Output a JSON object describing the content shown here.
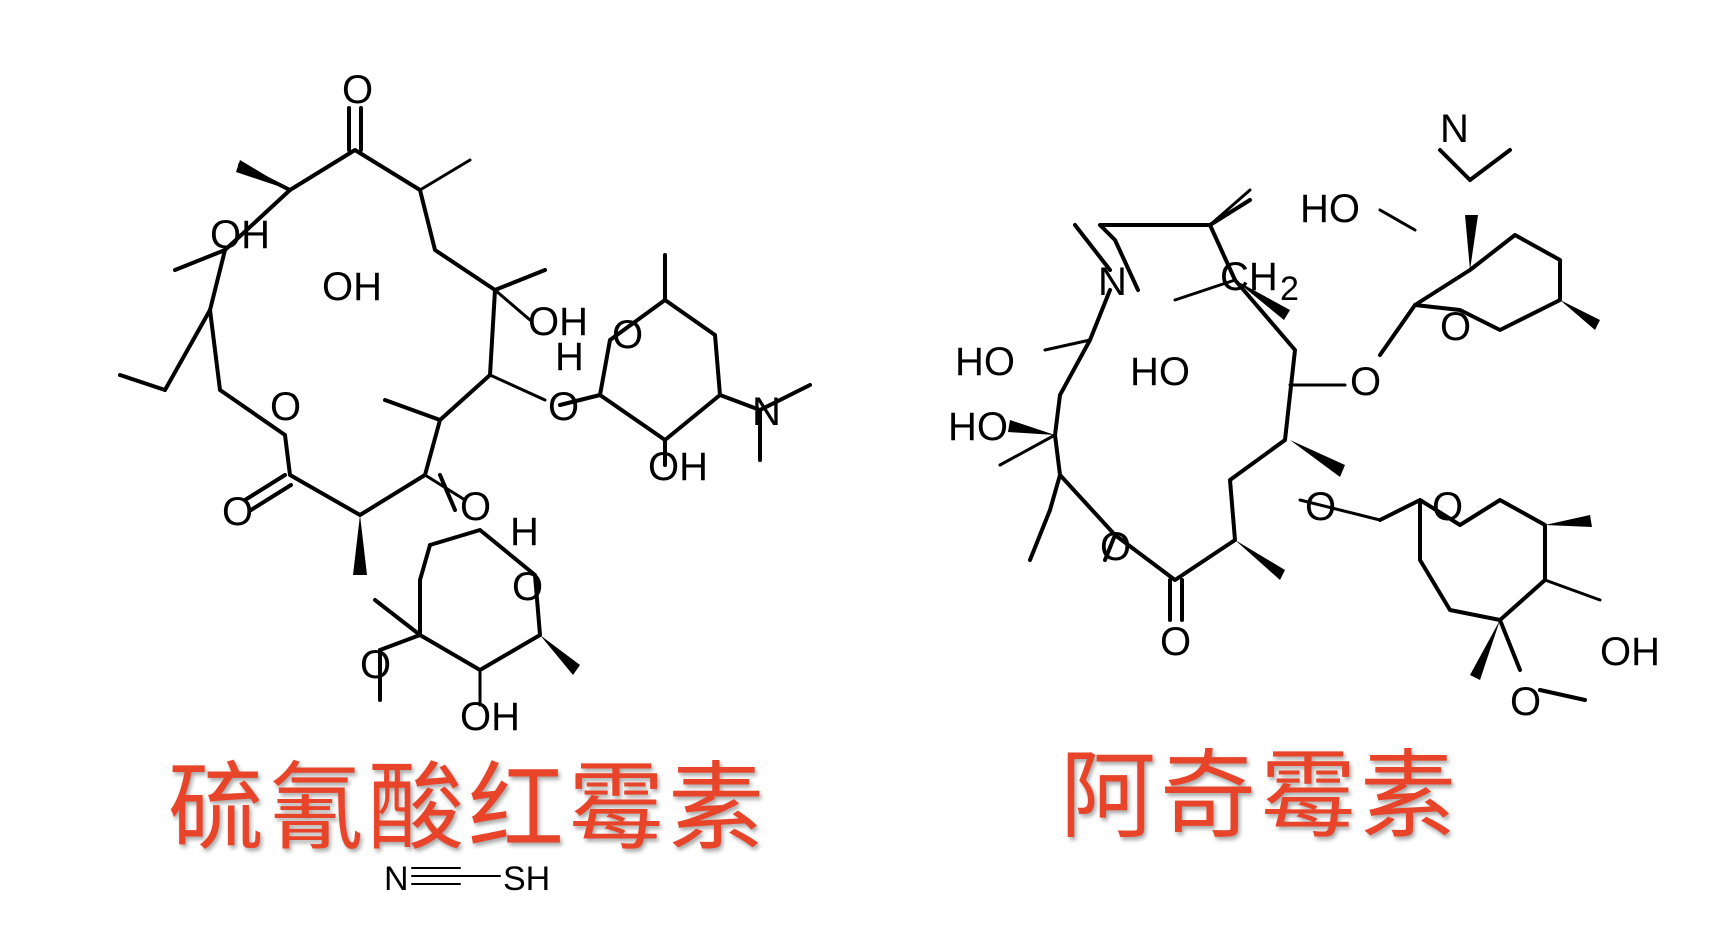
{
  "molecules": [
    {
      "name": "硫氰酸红霉素",
      "counter_ion": {
        "left": "N",
        "right": "SH"
      },
      "atom_labels": [
        "O",
        "OH",
        "OH",
        "OH",
        "O",
        "O",
        "H",
        "O",
        "N",
        "OH",
        "O",
        "O",
        "H",
        "O",
        "O",
        "OH"
      ]
    },
    {
      "name": "阿奇霉素",
      "atom_labels": [
        "N",
        "N",
        "HO",
        "O",
        "O",
        "CH",
        "2",
        "HO",
        "HO",
        "HO",
        "O",
        "O",
        "O",
        "O",
        "OH",
        "O"
      ]
    }
  ]
}
